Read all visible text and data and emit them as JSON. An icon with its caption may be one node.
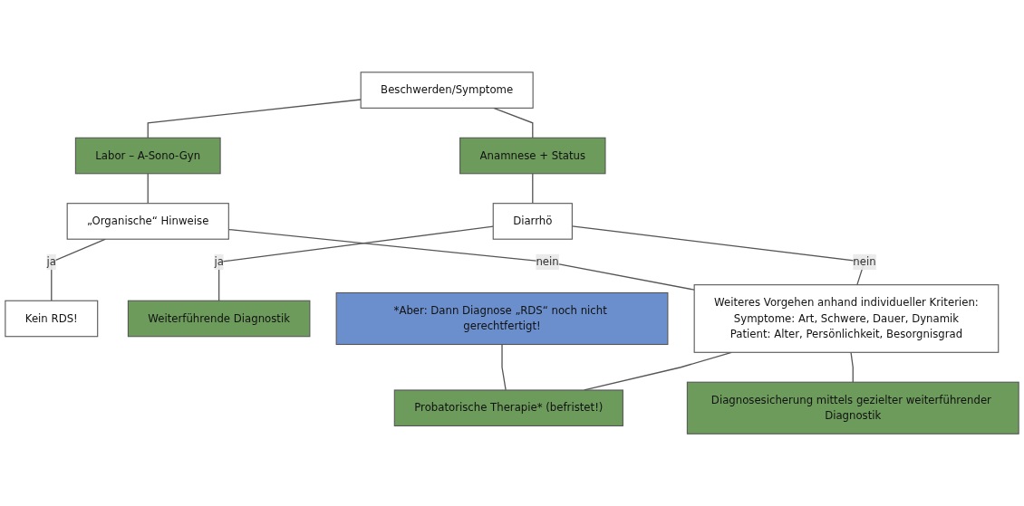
{
  "diagram": {
    "nodes": [
      {
        "text": [
          "Beschwerden/Symptome"
        ]
      },
      {
        "text": [
          "Anamnese + Status"
        ]
      },
      {
        "text": [
          "Labor – A-Sono-Gyn"
        ]
      },
      {
        "text": [
          "„Organische“ Hinweise"
        ]
      },
      {
        "text": [
          "Kein RDS!"
        ]
      },
      {
        "text": [
          "Diarrhö"
        ]
      },
      {
        "text": [
          "Weiterführende Diagnostik"
        ]
      },
      {
        "text": [
          "Weiteres Vorgehen anhand individueller Kriterien:",
          "Symptome: Art, Schwere, Dauer, Dynamik",
          "Patient: Alter, Persönlichkeit, Besorgnisgrad"
        ]
      },
      {
        "text": [
          "*Aber: Dann Diagnose „RDS“ noch nicht gerechtfertigt!"
        ]
      },
      {
        "text": [
          "Probatorische Therapie* (befristet!)"
        ]
      },
      {
        "text": [
          "Diagnosesicherung mittels gezielter weiterführender Diagnostik"
        ]
      }
    ],
    "edges": [
      {
        "from": 0,
        "to": 1,
        "arrow": "none"
      },
      {
        "from": 0,
        "to": 2,
        "arrow": "none"
      },
      {
        "from": 2,
        "to": 3,
        "arrow": "none"
      },
      {
        "from": 3,
        "to": 4,
        "arrow": "none",
        "label": "ja"
      },
      {
        "from": 1,
        "to": 5,
        "arrow": "none"
      },
      {
        "from": 5,
        "to": 7,
        "arrow": "none",
        "label": "nein"
      },
      {
        "from": 3,
        "to": 7,
        "arrow": "none",
        "label": "nein"
      },
      {
        "from": 5,
        "to": 6,
        "arrow": "none",
        "label": "ja"
      },
      {
        "from": 7,
        "to": 9,
        "arrow": "none"
      },
      {
        "from": 7,
        "to": 10,
        "arrow": "none"
      },
      {
        "from": 8,
        "to": 9,
        "arrow": "none"
      }
    ]
  }
}
